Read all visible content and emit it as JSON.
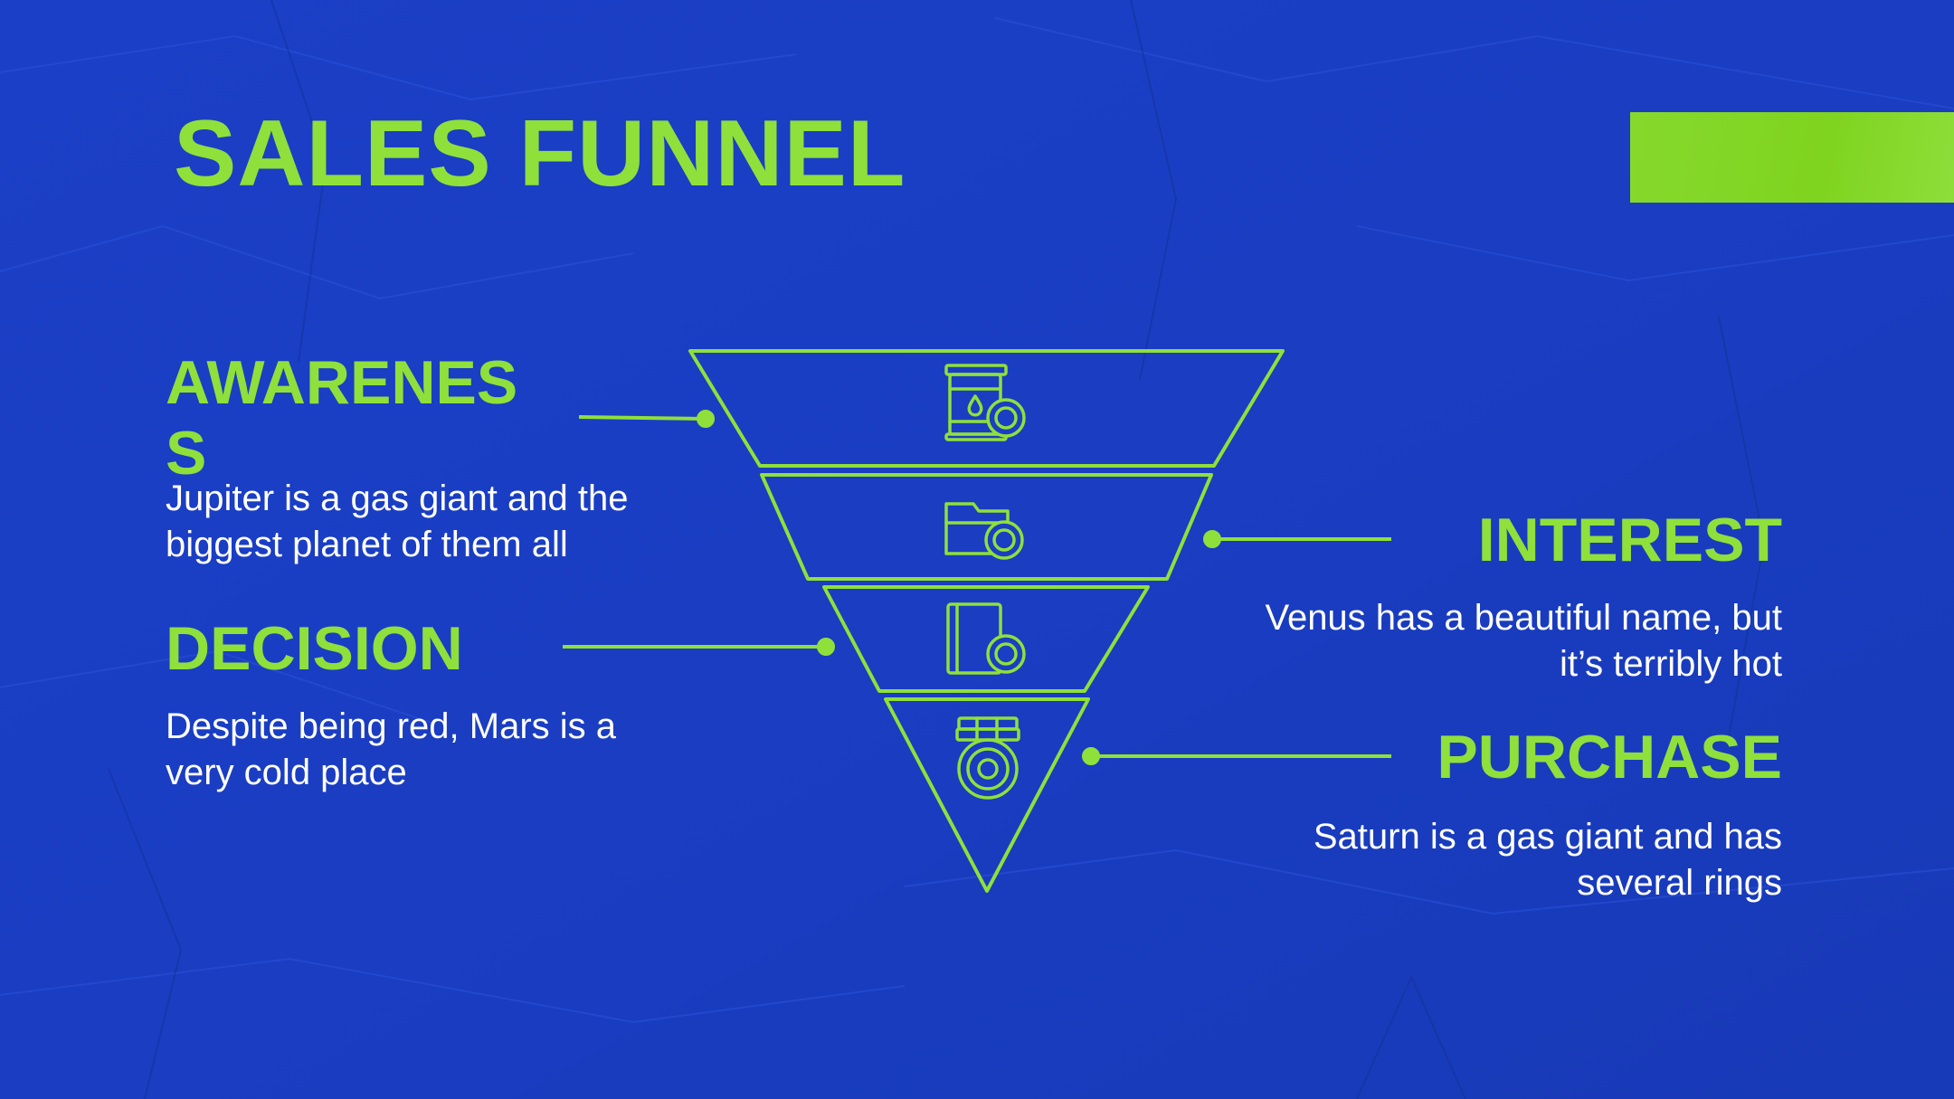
{
  "slide": {
    "title": "SALES FUNNEL",
    "colors": {
      "background": "#1a3ec4",
      "accent": "#8fe03a",
      "body_text": "#ffffff"
    }
  },
  "stages": {
    "awareness": {
      "heading": "AWARENESS",
      "description": "Jupiter is a gas giant and the biggest planet of them all",
      "icon": "oil-barrel-recycle-icon"
    },
    "interest": {
      "heading": "INTEREST",
      "description": "Venus has a beautiful name, but it’s terribly hot",
      "icon": "folder-recycle-icon"
    },
    "decision": {
      "heading": "DECISION",
      "description": "Despite being red, Mars is a very cold place",
      "icon": "book-recycle-icon"
    },
    "purchase": {
      "heading": "PURCHASE",
      "description": "Saturn is a gas giant and has several rings",
      "icon": "coin-stack-recycle-icon"
    }
  }
}
